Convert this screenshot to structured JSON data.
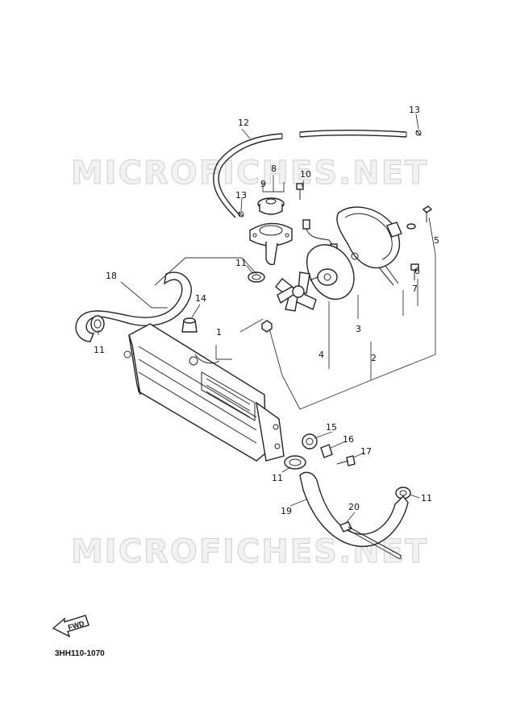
{
  "watermark": "MICROFICHES.NET",
  "diagram_code": "3HH110-1070",
  "fwd_label": "FWD",
  "callouts": {
    "c1": "1",
    "c2": "2",
    "c3": "3",
    "c4": "4",
    "c5": "5",
    "c6": "6",
    "c7": "7",
    "c8": "8",
    "c9": "9",
    "c10": "10",
    "c11a": "11",
    "c11b": "11",
    "c11c": "11",
    "c11d": "11",
    "c12": "12",
    "c13a": "13",
    "c13b": "13",
    "c14": "14",
    "c15": "15",
    "c16": "16",
    "c17": "17",
    "c18": "18",
    "c19": "19",
    "c20": "20"
  }
}
